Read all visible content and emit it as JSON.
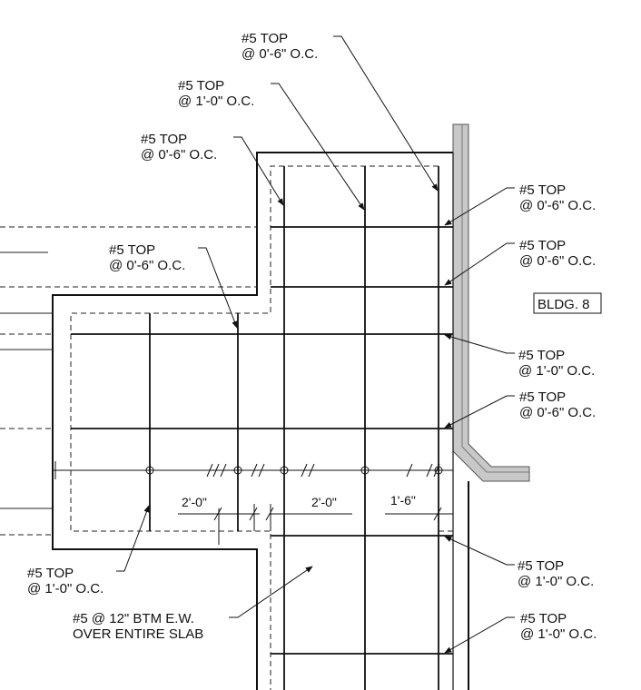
{
  "bar_callouts": [
    {
      "id": "c1",
      "line1": "#5 TOP",
      "line2": "@ 0'-6\" O.C."
    },
    {
      "id": "c2",
      "line1": "#5 TOP",
      "line2": "@ 1'-0\" O.C."
    },
    {
      "id": "c3",
      "line1": "#5 TOP",
      "line2": "@ 0'-6\" O.C."
    },
    {
      "id": "c4",
      "line1": "#5 TOP",
      "line2": "@ 0'-6\" O.C."
    },
    {
      "id": "c5",
      "line1": "#5 TOP",
      "line2": "@ 1'-0\" O.C."
    },
    {
      "id": "c6",
      "line1": "#5 TOP",
      "line2": "@ 0'-6\" O.C."
    },
    {
      "id": "c7",
      "line1": "#5 TOP",
      "line2": "@ 0'-6\" O.C."
    },
    {
      "id": "c8",
      "line1": "#5 TOP",
      "line2": "@ 1'-0\" O.C."
    },
    {
      "id": "c9",
      "line1": "#5 TOP",
      "line2": "@ 0'-6\" O.C."
    },
    {
      "id": "c10",
      "line1": "#5 TOP",
      "line2": "@ 1'-0\" O.C."
    },
    {
      "id": "c11",
      "line1": "#5 TOP",
      "line2": "@ 1'-0\" O.C."
    }
  ],
  "bottom_note": {
    "line1": "#5 @ 12\" BTM E.W.",
    "line2": "OVER ENTIRE SLAB"
  },
  "building_tag": "BLDG. 8",
  "dimensions": [
    "2'-0\"",
    "2'-0\"",
    "1'-6\""
  ]
}
